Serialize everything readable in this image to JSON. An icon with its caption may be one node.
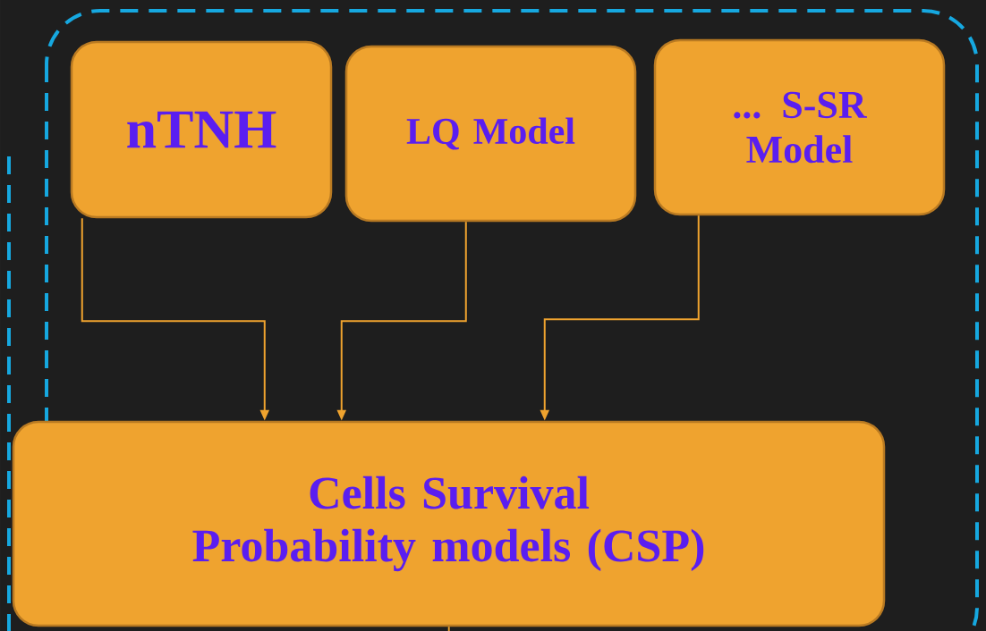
{
  "diagram": {
    "nodes": [
      {
        "text": [
          "nTNH"
        ]
      },
      {
        "text": [
          "LQ Model"
        ]
      },
      {
        "text": [
          "... S-SR Model"
        ]
      },
      {
        "text": [
          "Cells Survival Probability models (CSP)"
        ]
      }
    ],
    "edges": [
      {
        "from": 0,
        "to": 3,
        "arrow": "to"
      },
      {
        "from": 1,
        "to": 3,
        "arrow": "to"
      },
      {
        "from": 2,
        "to": 3,
        "arrow": "to"
      },
      {
        "from": 3,
        "to": null,
        "arrow": "none"
      }
    ]
  }
}
